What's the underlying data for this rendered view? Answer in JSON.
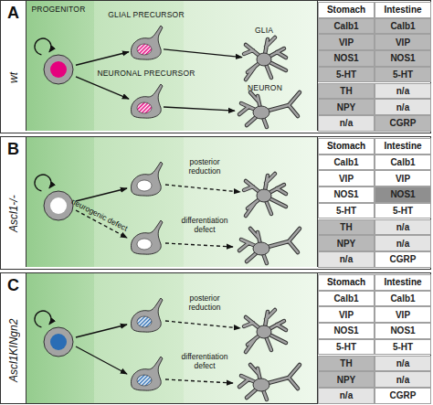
{
  "diagram": {
    "nodes": [
      {
        "text": [
          "A",
          "wt"
        ]
      },
      {
        "text": [
          "PROGENITOR"
        ],
        "in": 0
      },
      {
        "text": [
          "GLIAL PRECURSOR"
        ],
        "in": 0
      },
      {
        "text": [
          "NEURONAL PRECURSOR"
        ],
        "in": 0
      },
      {
        "text": [
          "GLIA"
        ],
        "in": 0
      },
      {
        "text": [
          "NEURON"
        ],
        "in": 0
      },
      {
        "text": [
          "B",
          "Ascl1-/-"
        ]
      },
      {
        "text": [
          "C",
          "Ascl1KINgn2"
        ]
      }
    ],
    "edges": [
      {
        "from": 1,
        "to": 2,
        "arrow": "to"
      },
      {
        "from": 1,
        "to": 3,
        "arrow": "to"
      },
      {
        "from": 2,
        "to": 4,
        "arrow": "to"
      },
      {
        "from": 3,
        "to": 5,
        "arrow": "to"
      }
    ],
    "labels": [
      "Stomach",
      "Intestine",
      "Calb1",
      "Calb1",
      "VIP",
      "VIP",
      "NOS1",
      "NOS1",
      "5-HT",
      "5-HT",
      "TH",
      "n/a",
      "NPY",
      "n/a",
      "n/a",
      "CGRP",
      "posterior reduction",
      "neurogenic defect",
      "differentiation defect",
      "Stomach",
      "Intestine",
      "Calb1",
      "Calb1",
      "VIP",
      "VIP",
      "NOS1",
      "NOS1",
      "5-HT",
      "5-HT",
      "TH",
      "n/a",
      "NPY",
      "n/a",
      "n/a",
      "CGRP",
      "posterior reduction",
      "differentiation defect",
      "Stomach",
      "Intestine",
      "Calb1",
      "Calb1",
      "VIP",
      "VIP",
      "NOS1",
      "NOS1",
      "5-HT",
      "5-HT",
      "TH",
      "n/a",
      "NPY",
      "n/a",
      "n/a",
      "CGRP"
    ]
  }
}
